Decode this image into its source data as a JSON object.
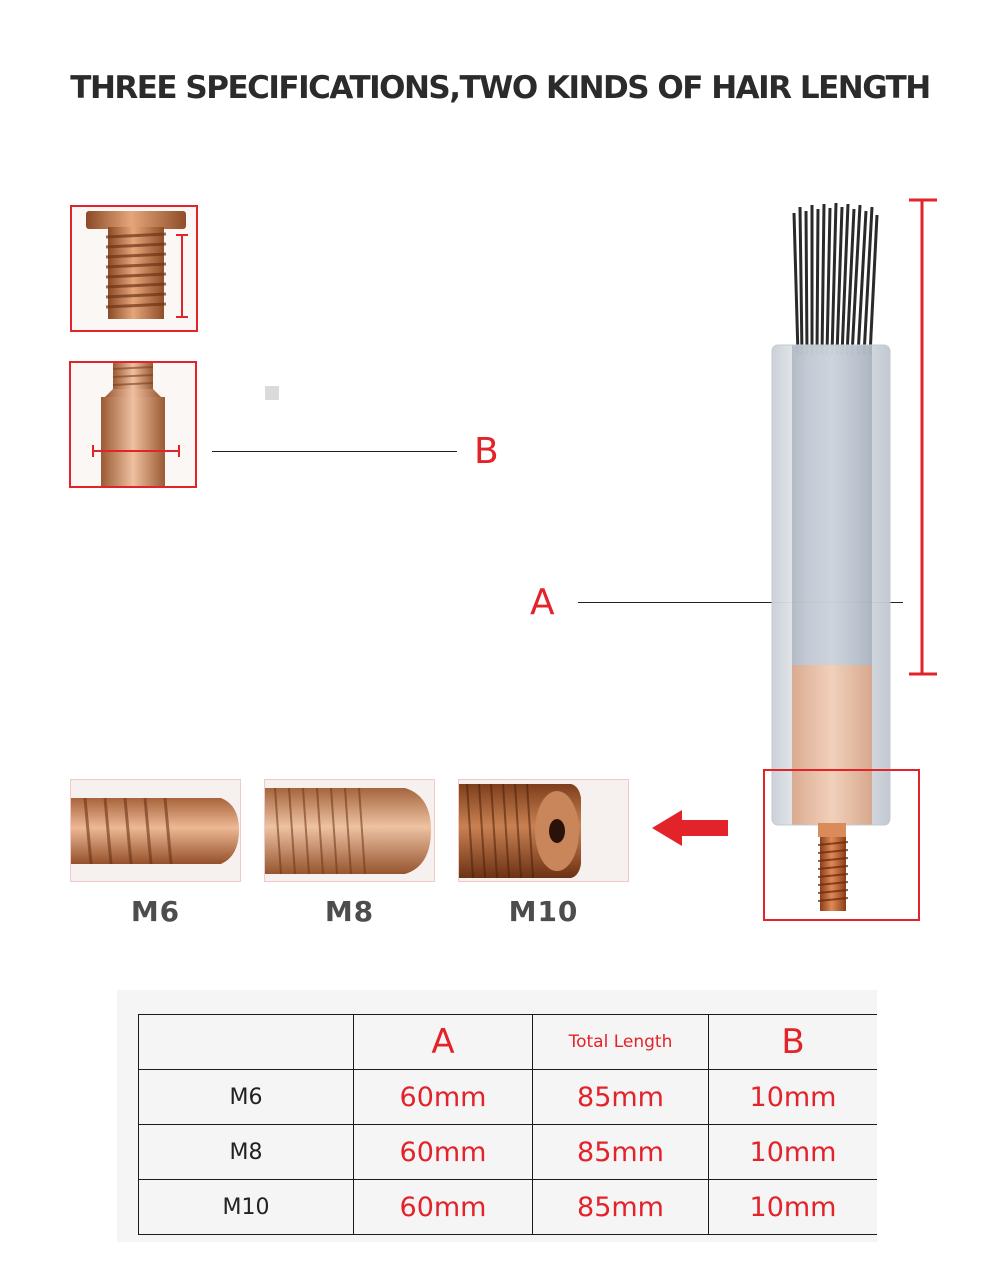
{
  "title": "THREE SPECIFICATIONS,TWO KINDS OF HAIR LENGTH",
  "labels": {
    "a": "A",
    "b": "B"
  },
  "sizes": [
    "M6",
    "M8",
    "M10"
  ],
  "table": {
    "headers": [
      "",
      "A",
      "Total Length",
      "B"
    ],
    "rows": [
      [
        "M6",
        "60mm",
        "85mm",
        "10mm"
      ],
      [
        "M8",
        "60mm",
        "85mm",
        "10mm"
      ],
      [
        "M10",
        "60mm",
        "85mm",
        "10mm"
      ]
    ]
  },
  "colors": {
    "accent": "#e2232a",
    "copper": "#c97a4c",
    "bristle": "#2a2a2a"
  }
}
